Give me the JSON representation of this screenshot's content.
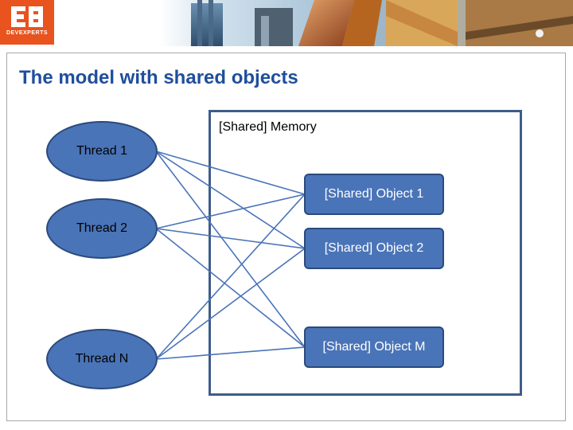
{
  "header": {
    "logo_text": "DEVEXPERTS"
  },
  "slide": {
    "title": "The model with shared objects"
  },
  "diagram": {
    "memory_label": "[Shared] Memory",
    "threads": [
      {
        "label": "Thread 1"
      },
      {
        "label": "Thread 2"
      },
      {
        "label": "Thread N"
      }
    ],
    "objects": [
      {
        "label": "[Shared] Object 1"
      },
      {
        "label": "[Shared] Object 2"
      },
      {
        "label": "[Shared] Object M"
      }
    ]
  },
  "colors": {
    "title": "#1f4e9c",
    "node_fill": "#4a74b8",
    "node_border": "#2a4a7c",
    "connector": "#4a74b8",
    "logo_bg": "#e8531e"
  }
}
